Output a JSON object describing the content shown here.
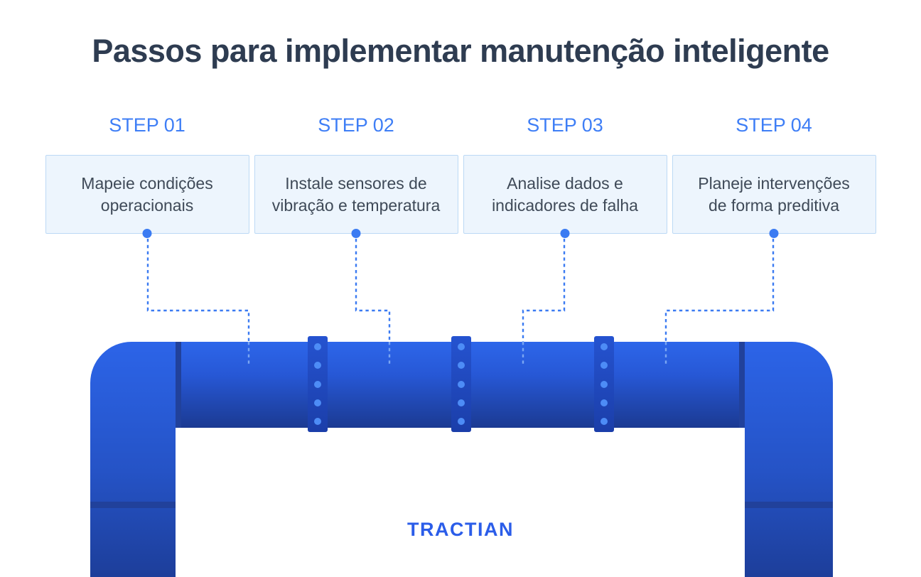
{
  "title": "Passos para implementar manutenção inteligente",
  "steps": [
    {
      "label": "STEP 01",
      "text": "Mapeie condições\noperacionais"
    },
    {
      "label": "STEP 02",
      "text": "Instale sensores de\nvibração e temperatura"
    },
    {
      "label": "STEP 03",
      "text": "Analise dados e\nindicadores de falha"
    },
    {
      "label": "STEP 04",
      "text": "Planeje intervenções\nde forma preditiva"
    }
  ],
  "brand": {
    "logo_text": "TRACTIAN"
  },
  "colors": {
    "background": "#ffffff",
    "title_text": "#2e3c51",
    "step_label": "#3e7ef6",
    "card_bg": "#edf5fd",
    "card_border": "#bcd9f5",
    "card_text": "#3f4a58",
    "connector": "#3b7bf2",
    "connector_on_pipe": "#7aa6f2",
    "pipe_gradient_top": "#2d66ea",
    "pipe_gradient_bottom": "#1b3a92",
    "pipe_joint_band": "#21419b",
    "flange": "#2553d0",
    "flange_bolt": "#4d8cf6",
    "logo": "#2b5de9"
  }
}
